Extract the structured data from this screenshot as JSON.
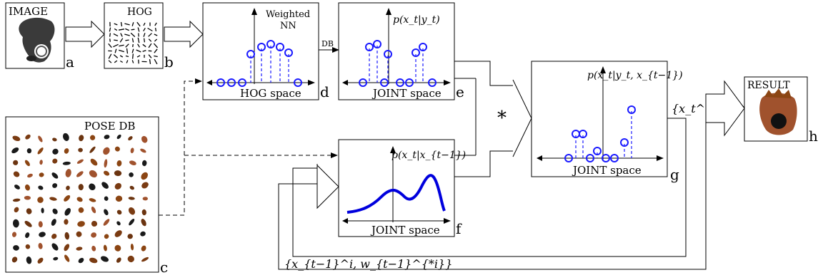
{
  "panels": {
    "image": {
      "title": "IMAGE",
      "letter": "a"
    },
    "hog": {
      "title": "HOG",
      "letter": "b"
    },
    "pose_db": {
      "title": "POSE DB",
      "letter": "c"
    },
    "weighted_nn": {
      "title_line1": "Weighted",
      "title_line2": "NN",
      "xaxis": "HOG space",
      "letter": "d"
    },
    "likelihood": {
      "ylabel": "p(x_t|y_t)",
      "xaxis": "JOINT space",
      "letter": "e"
    },
    "prior": {
      "ylabel": "p(x_t|x_{t−1})",
      "xaxis": "JOINT space",
      "letter": "f"
    },
    "posterior": {
      "ylabel": "p(x_t|y_t, x_{t−1})",
      "xaxis": "JOINT space",
      "letter": "g"
    },
    "result": {
      "title": "RESULT",
      "letter": "h"
    }
  },
  "edges": {
    "db_label": "DB",
    "multiply": "*",
    "output_particles": "{x_t^i, w_t^{*i}}",
    "feedback_particles": "{x_{t−1}^i, w_{t−1}^{*i}}"
  },
  "colors": {
    "stem": "#1a1aff",
    "curve": "#0000dd",
    "line": "#000000",
    "skin": "#a0522d"
  }
}
